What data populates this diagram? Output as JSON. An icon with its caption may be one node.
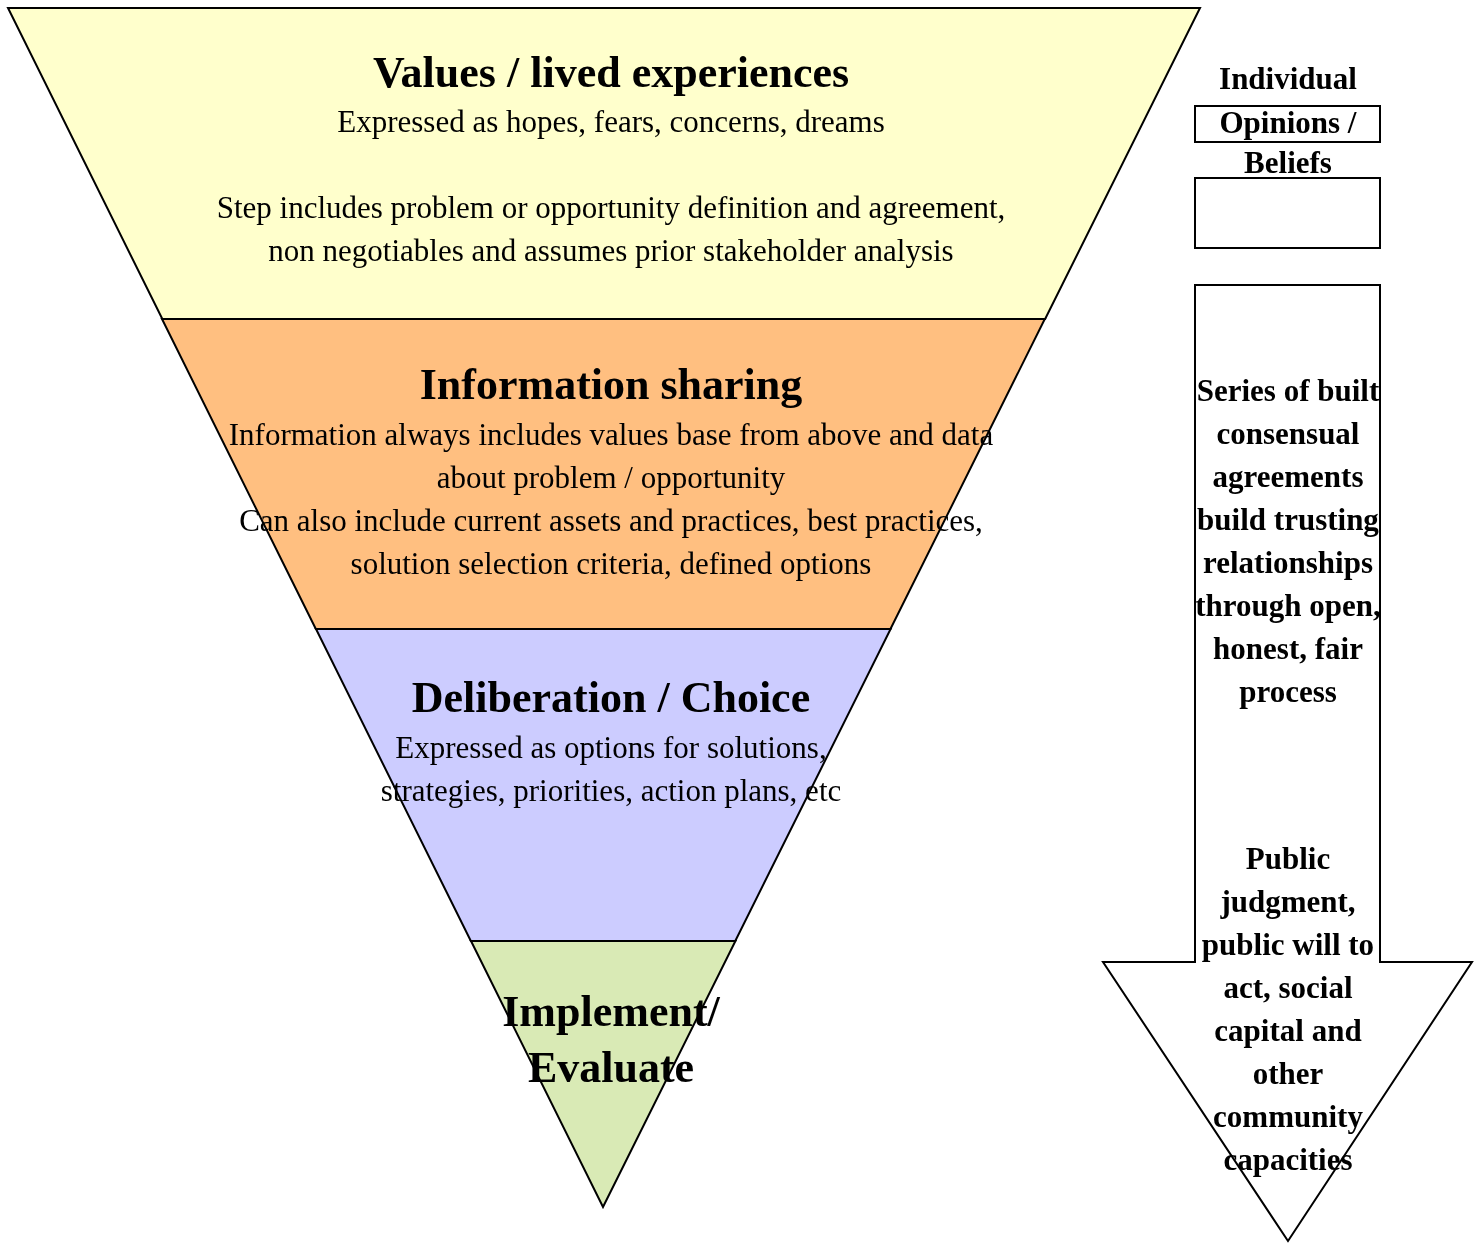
{
  "diagram": {
    "nodes": [
      {
        "text": [
          "Values /  lived experiences",
          "Expressed as hopes, fears, concerns, dreams",
          "Step includes problem or opportunity definition and agreement, non negotiables and assumes prior stakeholder analysis"
        ]
      },
      {
        "text": [
          "Information sharing",
          "Information always includes values base from above and data about problem / opportunity",
          "Can also include current assets and practices, best practices, solution selection criteria, defined options"
        ]
      },
      {
        "text": [
          "Deliberation / Choice",
          "Expressed as options for solutions, strategies, priorities, action plans, etc"
        ]
      },
      {
        "text": [
          "Implement/ Evaluate"
        ]
      },
      {
        "text": [
          "Opinions /"
        ]
      },
      {
        "text": [],
        "shape": "box"
      },
      {
        "text": [
          "Series of built consensual agreements build trusting relationships through open, honest, fair process",
          "Public judgment, public will to act, social capital and other community capacities"
        ]
      }
    ],
    "labels": [
      "Individual",
      "Beliefs"
    ]
  }
}
